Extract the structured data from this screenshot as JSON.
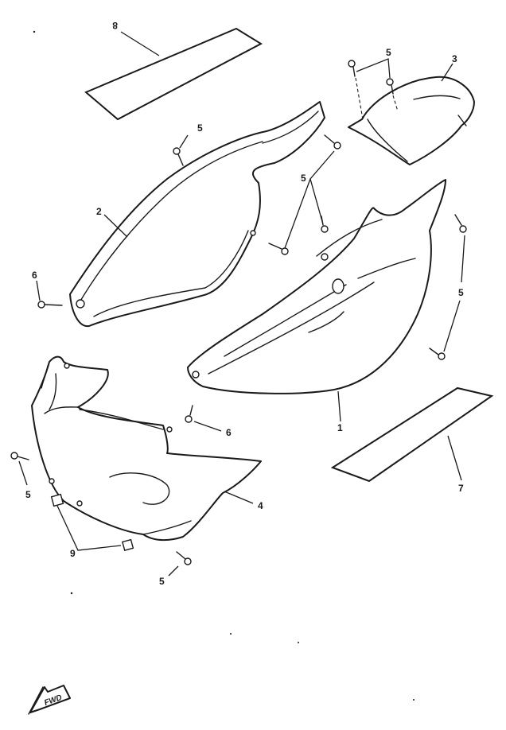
{
  "callouts": {
    "c1": "1",
    "c2": "2",
    "c3": "3",
    "c4": "4",
    "c5a": "5",
    "c5b": "5",
    "c5c": "5",
    "c5d": "5",
    "c5e": "5",
    "c5f": "5",
    "c6a": "6",
    "c6b": "6",
    "c7": "7",
    "c8": "8",
    "c9": "9"
  },
  "fwd_mark": "FWD",
  "colors": {
    "line": "#1a1a1a",
    "background": "#ffffff"
  }
}
